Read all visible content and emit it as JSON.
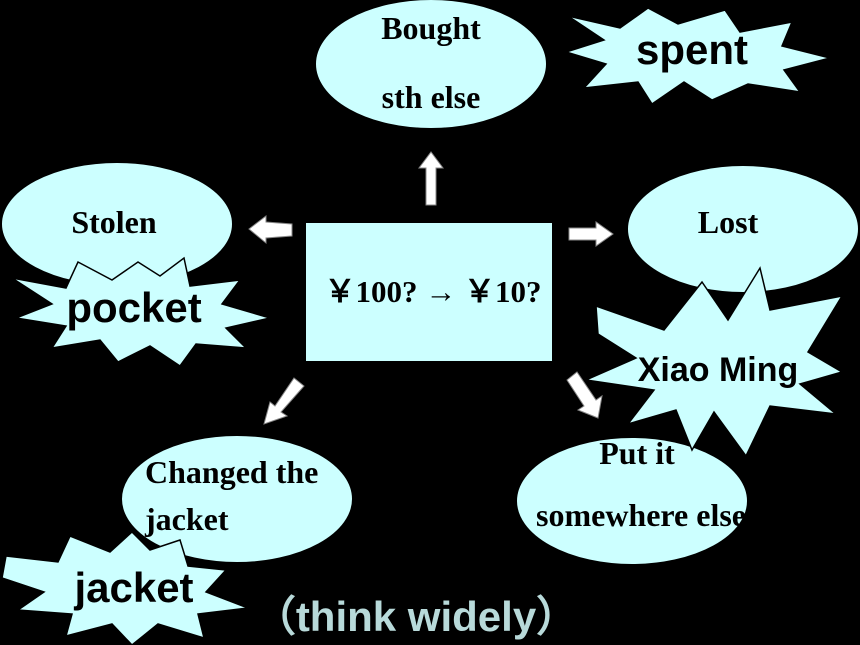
{
  "center_box": {
    "text": "￥100? → ￥10?"
  },
  "ovals": {
    "bought": {
      "line1": "Bought",
      "line2": "sth else"
    },
    "stolen": {
      "text": "Stolen"
    },
    "lost": {
      "text": "Lost"
    },
    "changed": {
      "line1": "Changed the",
      "line2": "jacket"
    },
    "put": {
      "line1": "Put it",
      "line2": "somewhere else"
    }
  },
  "bursts": {
    "spent": "spent",
    "pocket": "pocket",
    "xiaoming": "Xiao Ming",
    "jacket": "jacket"
  },
  "footer": {
    "text": "（think widely）"
  },
  "colors": {
    "background": "#000000",
    "shape_fill": "#ccffff",
    "arrow_fill": "#ffffff",
    "text": "#000000",
    "footer_text": "#b8dada"
  }
}
